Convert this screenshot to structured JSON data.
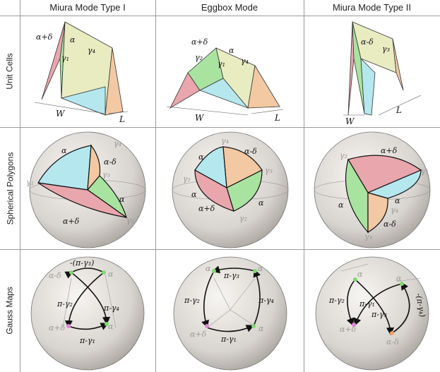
{
  "columns": [
    {
      "title": "Miura Mode Type I"
    },
    {
      "title": "Eggbox Mode"
    },
    {
      "title": "Miura Mode Type II"
    }
  ],
  "rows": [
    {
      "title": "Unit Cells"
    },
    {
      "title": "Spherical Polygons"
    },
    {
      "title": "Gauss Maps"
    }
  ],
  "labels": {
    "alpha": "α",
    "alpha_plus_delta": "α+δ",
    "alpha_minus_delta": "α-δ",
    "gamma1": "γ₁",
    "gamma2": "γ₂",
    "gamma3": "γ₃",
    "gamma4": "γ₄",
    "W": "W",
    "L": "L",
    "pi_minus_gamma1": "π-γ₁",
    "pi_minus_gamma2": "π-γ₂",
    "pi_minus_gamma3": "π-γ₃",
    "pi_minus_gamma4": "π-γ₄",
    "neg_pi_minus_gamma3": "-(π-γ₃)",
    "neg_pi_minus_gamma4": "-(π-γ₄)"
  },
  "colors": {
    "face_red": "#e9a6ad",
    "face_green": "#a9e3a0",
    "face_cyan": "#b5e7ee",
    "face_orange": "#f3c9a3",
    "face_olive": "#dfe4a7",
    "sphere_light": "#f4f2ef",
    "sphere_dark": "#b9b5b0",
    "grid_line": "#9a9a9a"
  }
}
